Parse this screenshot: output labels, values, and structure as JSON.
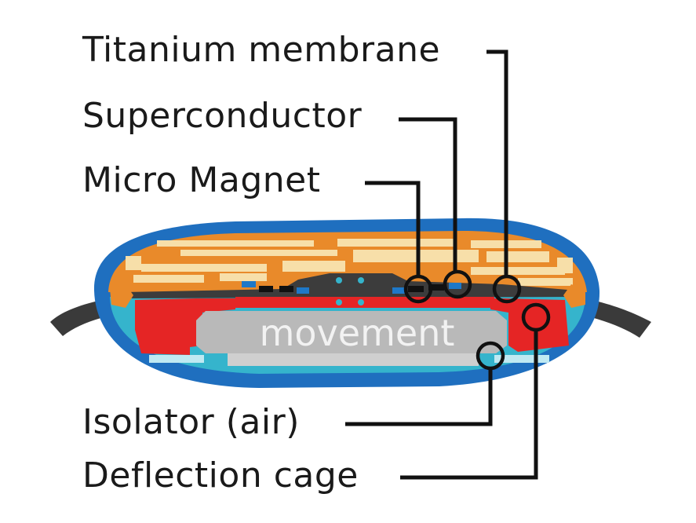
{
  "labels": {
    "titanium_membrane": "Titanium membrane",
    "superconductor": "Superconductor",
    "micro_magnet": "Micro Magnet",
    "isolator": "Isolator (air)",
    "deflection_cage": "Deflection cage"
  },
  "center_text": "movement",
  "colors": {
    "outer_shell": "#1f6fbf",
    "inner_cyan": "#35b4cc",
    "orange": "#e98a2a",
    "cream": "#f7dfa9",
    "red": "#e52525",
    "gray": "#b9b9b9",
    "strap": "#3a3a3a",
    "dark_plate": "#3c3c3c",
    "magnet_blue": "#1e78c8",
    "magnet_black": "#111111"
  }
}
